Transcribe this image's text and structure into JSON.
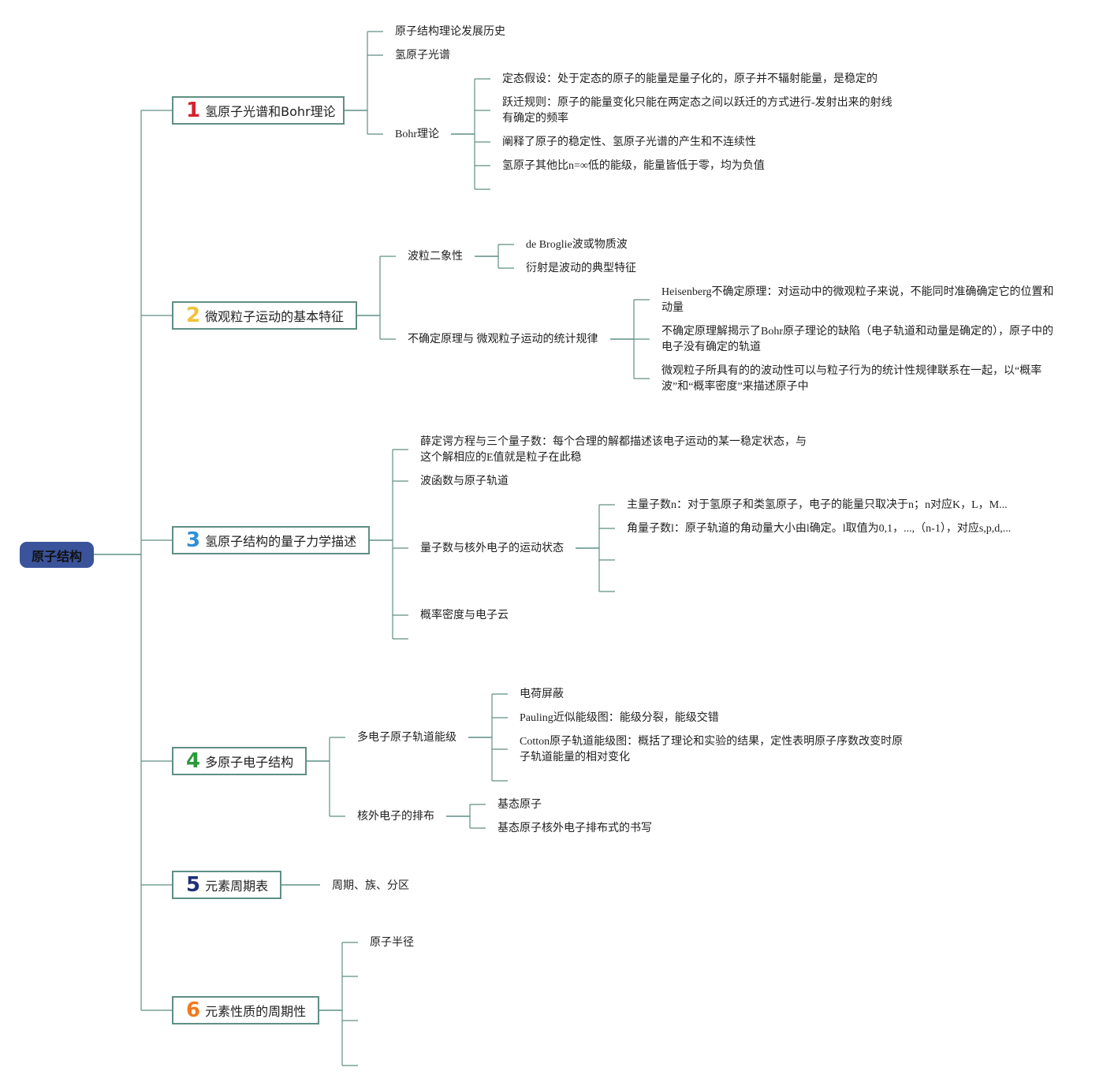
{
  "root": {
    "label": "原子结构",
    "color": "#3a539b"
  },
  "branches": [
    {
      "num": "1",
      "num_color": "#d6232f",
      "label": "氢原子光谱和Bohr理论",
      "children": [
        {
          "label": "原子结构理论发展历史"
        },
        {
          "label": "氢原子光谱"
        },
        {
          "label": "Bohr理论",
          "children": [
            "定态假设：处于定态的原子的能量是量子化的，原子并不辐射能量，是稳定的",
            "跃迁规则：原子的能量变化只能在两定态之间以跃迁的方式进行-发射出来的射线有确定的频率",
            "阐释了原子的稳定性、氢原子光谱的产生和不连续性",
            "氢原子其他比n=∞低的能级，能量皆低于零，均为负值"
          ]
        }
      ]
    },
    {
      "num": "2",
      "num_color": "#f0c23a",
      "label": "微观粒子运动的基本特征",
      "children": [
        {
          "label": "波粒二象性",
          "children": [
            "de Broglie波或物质波",
            "衍射是波动的典型特征"
          ]
        },
        {
          "label": "不确定原理与 微观粒子运动的统计规律",
          "children": [
            "Heisenberg不确定原理：对运动中的微观粒子来说，不能同时准确确定它的位置和动量",
            "不确定原理解揭示了Bohr原子理论的缺陷（电子轨道和动量是确定的），原子中的电子没有确定的轨道",
            "微观粒子所具有的的波动性可以与粒子行为的统计性规律联系在一起，以“概率波”和“概率密度”来描述原子中"
          ]
        }
      ]
    },
    {
      "num": "3",
      "num_color": "#2e8fd6",
      "label": "氢原子结构的量子力学描述",
      "children": [
        {
          "label": "薛定谔方程与三个量子数：每个合理的解都描述该电子运动的某一稳定状态，与这个解相应的E值就是粒子在此稳"
        },
        {
          "label": "波函数与原子轨道"
        },
        {
          "label": "量子数与核外电子的运动状态",
          "children": [
            "主量子数n：对于氢原子和类氢原子，电子的能量只取决于n；n对应K，L，M...",
            "角量子数l：原子轨道的角动量大小由l确定。l取值为0,1，...,（n-1），对应s,p,d,..."
          ]
        },
        {
          "label": "概率密度与电子云"
        }
      ]
    },
    {
      "num": "4",
      "num_color": "#2b9a3a",
      "label": "多原子电子结构",
      "children": [
        {
          "label": "多电子原子轨道能级",
          "children": [
            "电荷屏蔽",
            "Pauling近似能级图：能级分裂，能级交错",
            "Cotton原子轨道能级图：概括了理论和实验的结果，定性表明原子序数改变时原子轨道能量的相对变化"
          ]
        },
        {
          "label": "核外电子的排布",
          "children": [
            "基态原子",
            "基态原子核外电子排布式的书写"
          ]
        }
      ]
    },
    {
      "num": "5",
      "num_color": "#1f2f7a",
      "label": "元素周期表",
      "children": [
        {
          "label": "周期、族、分区"
        }
      ]
    },
    {
      "num": "6",
      "num_color": "#f07a1f",
      "label": "元素性质的周期性",
      "children": [
        {
          "label": "原子半径"
        }
      ]
    }
  ],
  "line_color": "#5f8f85"
}
